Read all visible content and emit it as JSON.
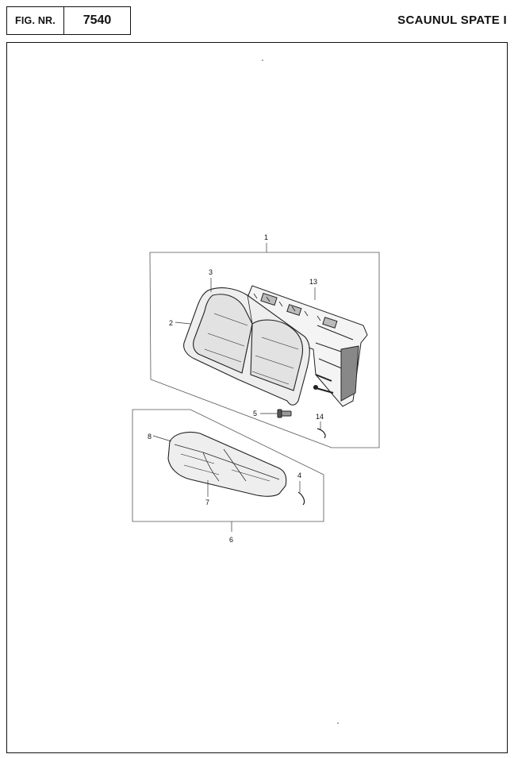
{
  "header": {
    "fig_label": "FIG. NR.",
    "fig_number": "7540",
    "title": "SCAUNUL SPATE I"
  },
  "callouts": {
    "c1": "1",
    "c2": "2",
    "c3": "3",
    "c4": "4",
    "c5": "5",
    "c6": "6",
    "c7": "7",
    "c8": "8",
    "c13": "13",
    "c14": "14"
  }
}
